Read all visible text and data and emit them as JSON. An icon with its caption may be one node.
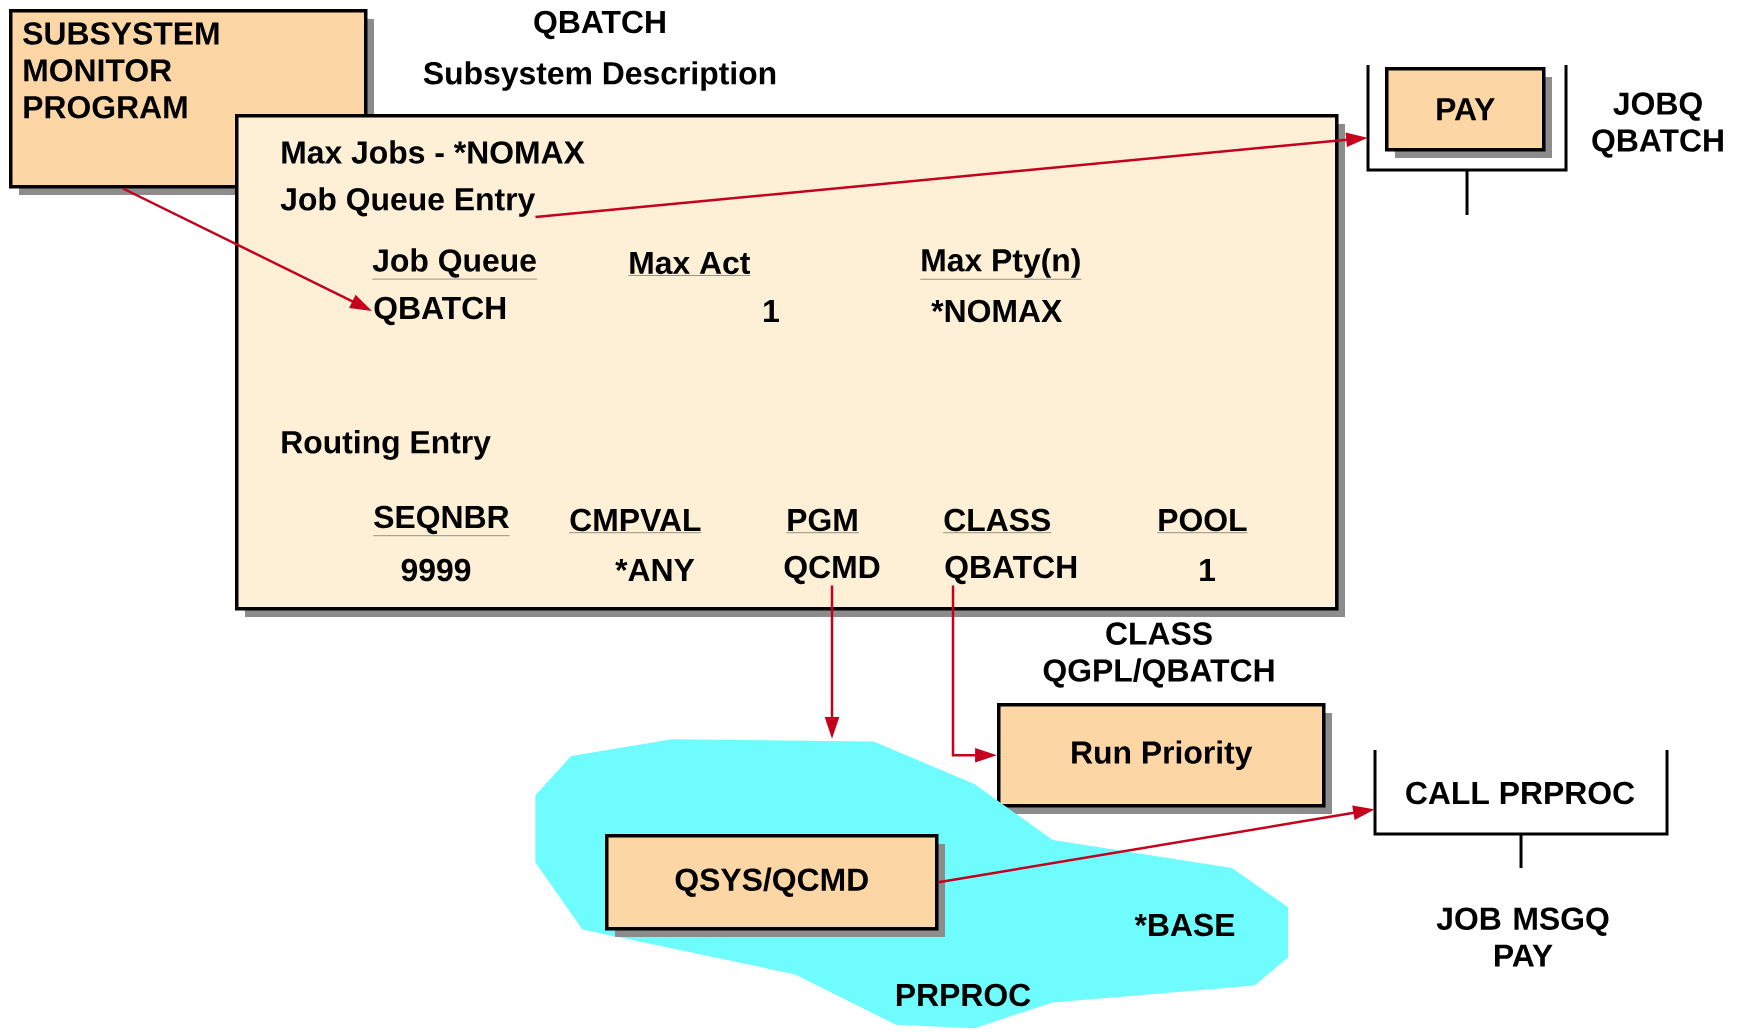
{
  "diagram": {
    "nodes": [
      {
        "text": [
          "SUBSYSTEM MONITOR PROGRAM"
        ]
      },
      {
        "text": [
          "QBATCH",
          "Subsystem Description",
          "Max Jobs - *NOMAX",
          "Routing Entry"
        ]
      },
      {
        "text": [
          "Job Queue Entry"
        ],
        "in": 1
      },
      {
        "text": [
          "QBATCH"
        ],
        "in": 1
      },
      {
        "text": [
          "QCMD"
        ],
        "in": 1
      },
      {
        "text": [
          "QBATCH"
        ],
        "in": 1
      },
      {
        "text": [
          "JOBQ QBATCH"
        ]
      },
      {
        "text": [
          "PAY"
        ],
        "in": 6
      },
      {
        "text": [
          "CLASS QGPL/QBATCH",
          "Run Priority"
        ]
      },
      {
        "text": [
          "*BASE",
          "PRPROC"
        ]
      },
      {
        "text": [
          "QSYS/QCMD"
        ],
        "in": 9
      },
      {
        "text": [
          "CALL PRPROC",
          "JOB MSGQ PAY"
        ]
      }
    ],
    "edges": [
      {
        "from": 0,
        "to": 3,
        "arrow": "to"
      },
      {
        "from": 2,
        "to": 6,
        "arrow": "to"
      },
      {
        "from": 4,
        "to": 9,
        "arrow": "to"
      },
      {
        "from": 5,
        "to": 8,
        "arrow": "to"
      },
      {
        "from": 10,
        "to": 11,
        "arrow": "to"
      }
    ],
    "labels": [
      "Job Queue",
      "Max Act",
      "Max Pty(n)",
      "1",
      "*NOMAX",
      "SEQNBR",
      "CMPVAL",
      "PGM",
      "CLASS",
      "POOL",
      "9999",
      "*ANY",
      "1"
    ]
  }
}
